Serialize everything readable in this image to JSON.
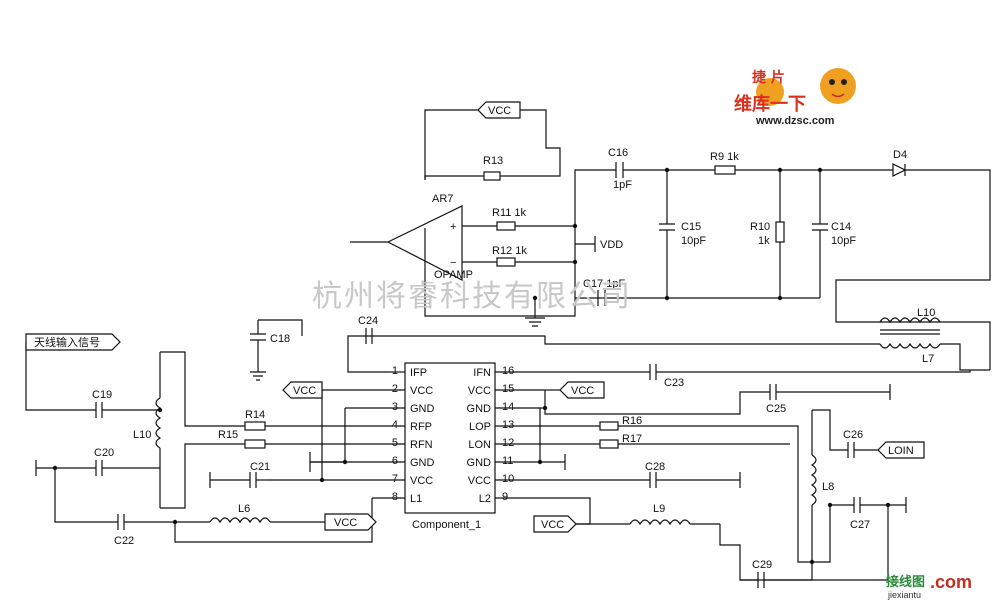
{
  "labels": {
    "vcc": "VCC",
    "vdd": "VDD",
    "antenna": "天线输入信号",
    "loin": "LOIN",
    "opamp": "OPAMP",
    "ar7": "AR7",
    "component": "Component_1"
  },
  "parts": {
    "r13": "R13",
    "r11": "R11 1k",
    "r12": "R12 1k",
    "c16": "C16",
    "c16v": "1pF",
    "r9": "R9 1k",
    "d4": "D4",
    "c15": "C15",
    "c15v": "10pF",
    "r10": "R10",
    "r10v": "1k",
    "c14": "C14",
    "c14v": "10pF",
    "c17": "C17 1pF",
    "l10": "L10",
    "l7": "L7",
    "c18": "C18",
    "c24": "C24",
    "c19": "C19",
    "c20": "C20",
    "l10b": "L10",
    "r14": "R14",
    "r15": "R15",
    "c21": "C21",
    "c22": "C22",
    "l6": "L6",
    "c23": "C23",
    "c25": "C25",
    "r16": "R16",
    "r17": "R17",
    "c26": "C26",
    "c28": "C28",
    "l8": "L8",
    "c27": "C27",
    "l9": "L9",
    "c29": "C29"
  },
  "ic_pins": {
    "left": [
      {
        "num": "1",
        "name": "IFP"
      },
      {
        "num": "2",
        "name": "VCC"
      },
      {
        "num": "3",
        "name": "GND"
      },
      {
        "num": "4",
        "name": "RFP"
      },
      {
        "num": "5",
        "name": "RFN"
      },
      {
        "num": "6",
        "name": "GND"
      },
      {
        "num": "7",
        "name": "VCC"
      },
      {
        "num": "8",
        "name": "L1"
      }
    ],
    "right": [
      {
        "num": "16",
        "name": "IFN"
      },
      {
        "num": "15",
        "name": "VCC"
      },
      {
        "num": "14",
        "name": "GND"
      },
      {
        "num": "13",
        "name": "LOP"
      },
      {
        "num": "12",
        "name": "LON"
      },
      {
        "num": "11",
        "name": "GND"
      },
      {
        "num": "10",
        "name": "VCC"
      },
      {
        "num": "9",
        "name": "L2"
      }
    ]
  },
  "opamp_signs": {
    "plus": "+",
    "minus": "−"
  },
  "watermark": "杭州将睿科技有限公司",
  "logo": {
    "line1": "捷 片",
    "line2": "维库一下",
    "url": "www.dzsc.com"
  },
  "footer": {
    "brand": "接线图",
    "dot": ".com",
    "sub": "jiexiantu"
  },
  "colors": {
    "ink": "#111111",
    "watermark": "#c8c8c8",
    "logo_red": "#d83020",
    "logo_orange": "#f0a020",
    "footer_red": "#c03020",
    "footer_green": "#2a8a3a"
  }
}
